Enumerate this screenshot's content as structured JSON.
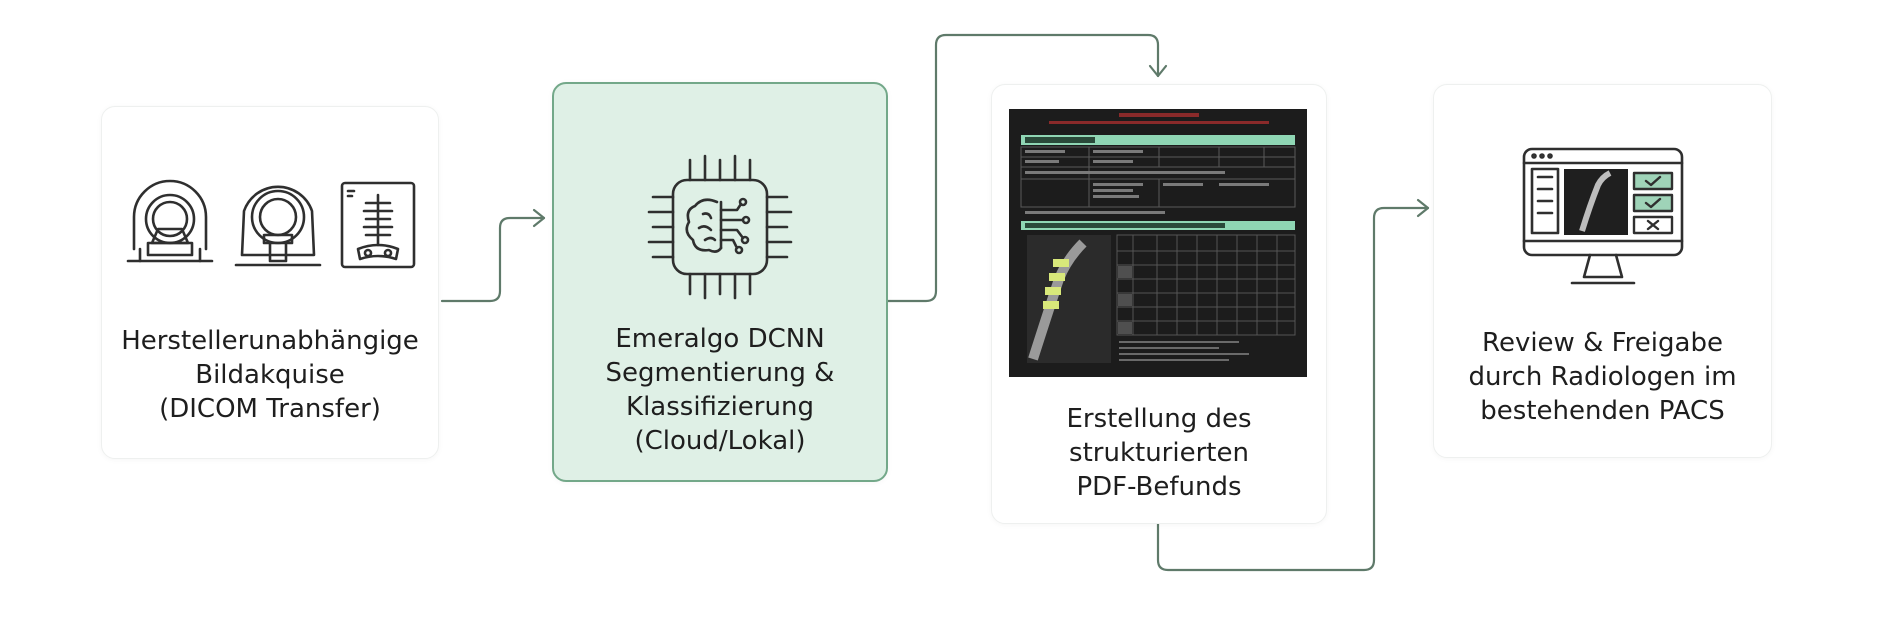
{
  "colors": {
    "accent": "#73a889",
    "active_bg": "#dff0e6",
    "connector": "#5f7a6a",
    "icon_stroke": "#2f2f2f"
  },
  "steps": [
    {
      "label": "Herstellerunabhängige\nBildakquise\n(DICOM Transfer)",
      "icons": [
        "mri-scanner-icon",
        "ct-scanner-icon",
        "xray-spine-icon"
      ]
    },
    {
      "label": "Emeralgo DCNN\nSegmentierung &\nKlassifizierung\n(Cloud/Lokal)",
      "icons": [
        "ai-chip-brain-icon"
      ]
    },
    {
      "label": "Erstellung des\nstrukturierten\nPDF-Befunds",
      "icons": [
        "pdf-report-thumbnail"
      ]
    },
    {
      "label": "Review & Freigabe\ndurch Radiologen im\nbestehenden PACS",
      "icons": [
        "monitor-review-icon"
      ]
    }
  ]
}
